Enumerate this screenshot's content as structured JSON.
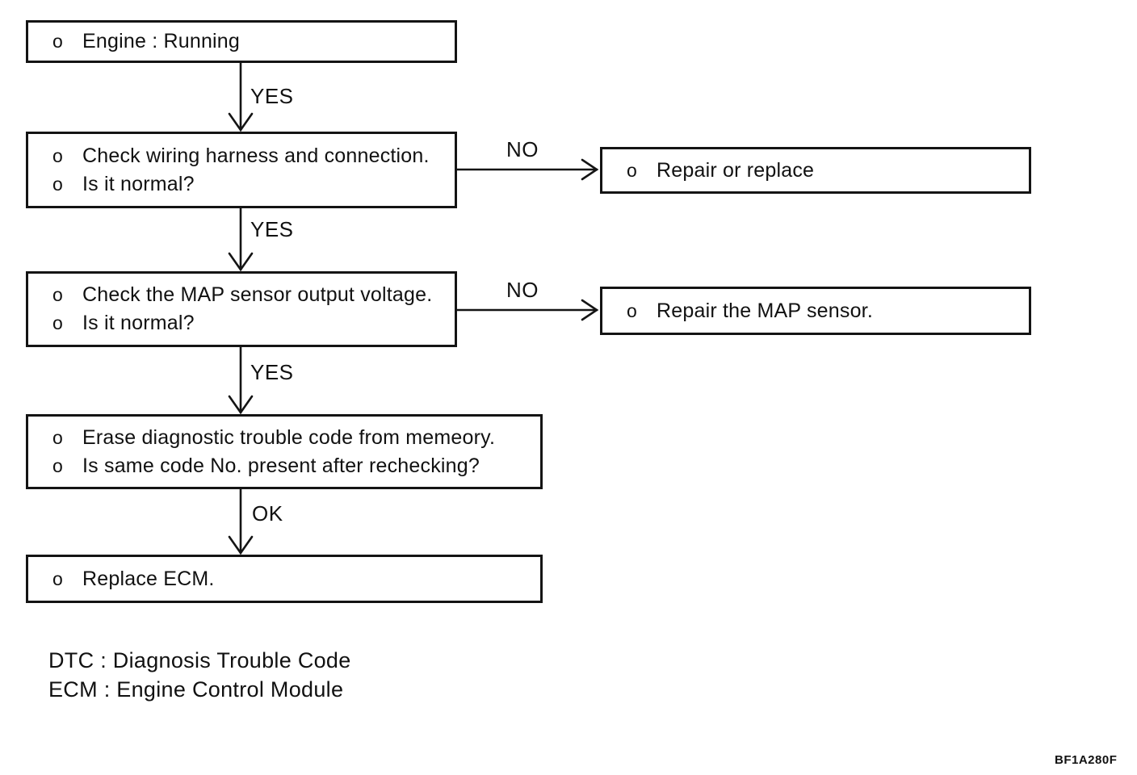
{
  "figure_code": "BF1A280F",
  "bullet": "o",
  "flowchart": {
    "boxes": {
      "engine": {
        "lines": [
          "Engine : Running"
        ]
      },
      "check_wiring": {
        "lines": [
          "Check wiring harness and connection.",
          "Is it normal?"
        ]
      },
      "repair_replace": {
        "lines": [
          "Repair or replace"
        ]
      },
      "check_map": {
        "lines": [
          "Check the MAP sensor output voltage.",
          "Is it normal?"
        ]
      },
      "repair_map": {
        "lines": [
          "Repair the MAP sensor."
        ]
      },
      "erase_dtc": {
        "lines": [
          "Erase diagnostic trouble code from memeory.",
          "Is same code No. present after rechecking?"
        ]
      },
      "replace_ecm": {
        "lines": [
          "Replace ECM."
        ]
      }
    },
    "edge_labels": {
      "yes1": "YES",
      "no1": "NO",
      "yes2": "YES",
      "no2": "NO",
      "yes3": "YES",
      "ok": "OK"
    }
  },
  "legend": {
    "dtc": "DTC : Diagnosis Trouble Code",
    "ecm": "ECM : Engine Control Module"
  },
  "colors": {
    "ink": "#141414",
    "background": "#ffffff"
  }
}
